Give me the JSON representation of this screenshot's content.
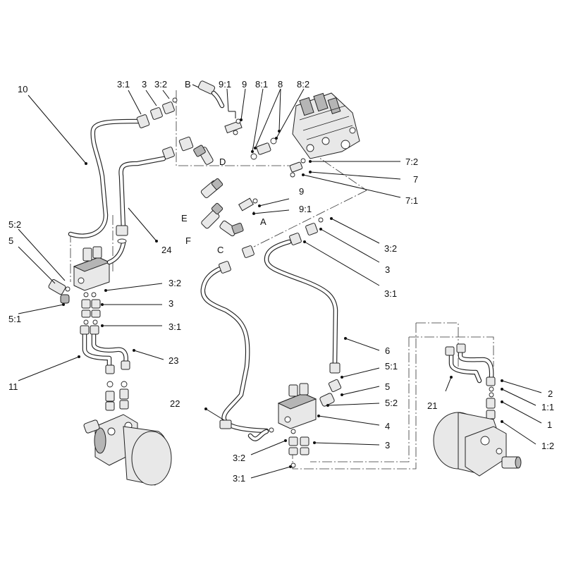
{
  "callouts": [
    {
      "id": "c10",
      "text": "10"
    },
    {
      "id": "c3_1a",
      "text": "3:1"
    },
    {
      "id": "c3a",
      "text": "3"
    },
    {
      "id": "c3_2a",
      "text": "3:2"
    },
    {
      "id": "cB",
      "text": "B"
    },
    {
      "id": "c9_1a",
      "text": "9:1"
    },
    {
      "id": "c9a",
      "text": "9"
    },
    {
      "id": "c8_1",
      "text": "8:1"
    },
    {
      "id": "c8",
      "text": "8"
    },
    {
      "id": "c8_2",
      "text": "8:2"
    },
    {
      "id": "c7_2",
      "text": "7:2"
    },
    {
      "id": "c7",
      "text": "7"
    },
    {
      "id": "c7_1",
      "text": "7:1"
    },
    {
      "id": "cD",
      "text": "D"
    },
    {
      "id": "c9b",
      "text": "9"
    },
    {
      "id": "c9_1b",
      "text": "9:1"
    },
    {
      "id": "cE",
      "text": "E"
    },
    {
      "id": "cA",
      "text": "A"
    },
    {
      "id": "cF",
      "text": "F"
    },
    {
      "id": "cC",
      "text": "C"
    },
    {
      "id": "c3_2b",
      "text": "3:2"
    },
    {
      "id": "c3b",
      "text": "3"
    },
    {
      "id": "c3_1b",
      "text": "3:1"
    },
    {
      "id": "c5_2a",
      "text": "5:2"
    },
    {
      "id": "c5a",
      "text": "5"
    },
    {
      "id": "c24",
      "text": "24"
    },
    {
      "id": "c3_2c",
      "text": "3:2"
    },
    {
      "id": "c3c",
      "text": "3"
    },
    {
      "id": "c5_1a",
      "text": "5:1"
    },
    {
      "id": "c3_1c",
      "text": "3:1"
    },
    {
      "id": "c6",
      "text": "6"
    },
    {
      "id": "c23",
      "text": "23"
    },
    {
      "id": "c11",
      "text": "11"
    },
    {
      "id": "c5_1b",
      "text": "5:1"
    },
    {
      "id": "c5b",
      "text": "5"
    },
    {
      "id": "c5_2b",
      "text": "5:2"
    },
    {
      "id": "c22",
      "text": "22"
    },
    {
      "id": "c4",
      "text": "4"
    },
    {
      "id": "c3d",
      "text": "3"
    },
    {
      "id": "c3_2d",
      "text": "3:2"
    },
    {
      "id": "c3_1d",
      "text": "3:1"
    },
    {
      "id": "c21",
      "text": "21"
    },
    {
      "id": "c2",
      "text": "2"
    },
    {
      "id": "c1_1",
      "text": "1:1"
    },
    {
      "id": "c1",
      "text": "1"
    },
    {
      "id": "c1_2",
      "text": "1:2"
    }
  ]
}
